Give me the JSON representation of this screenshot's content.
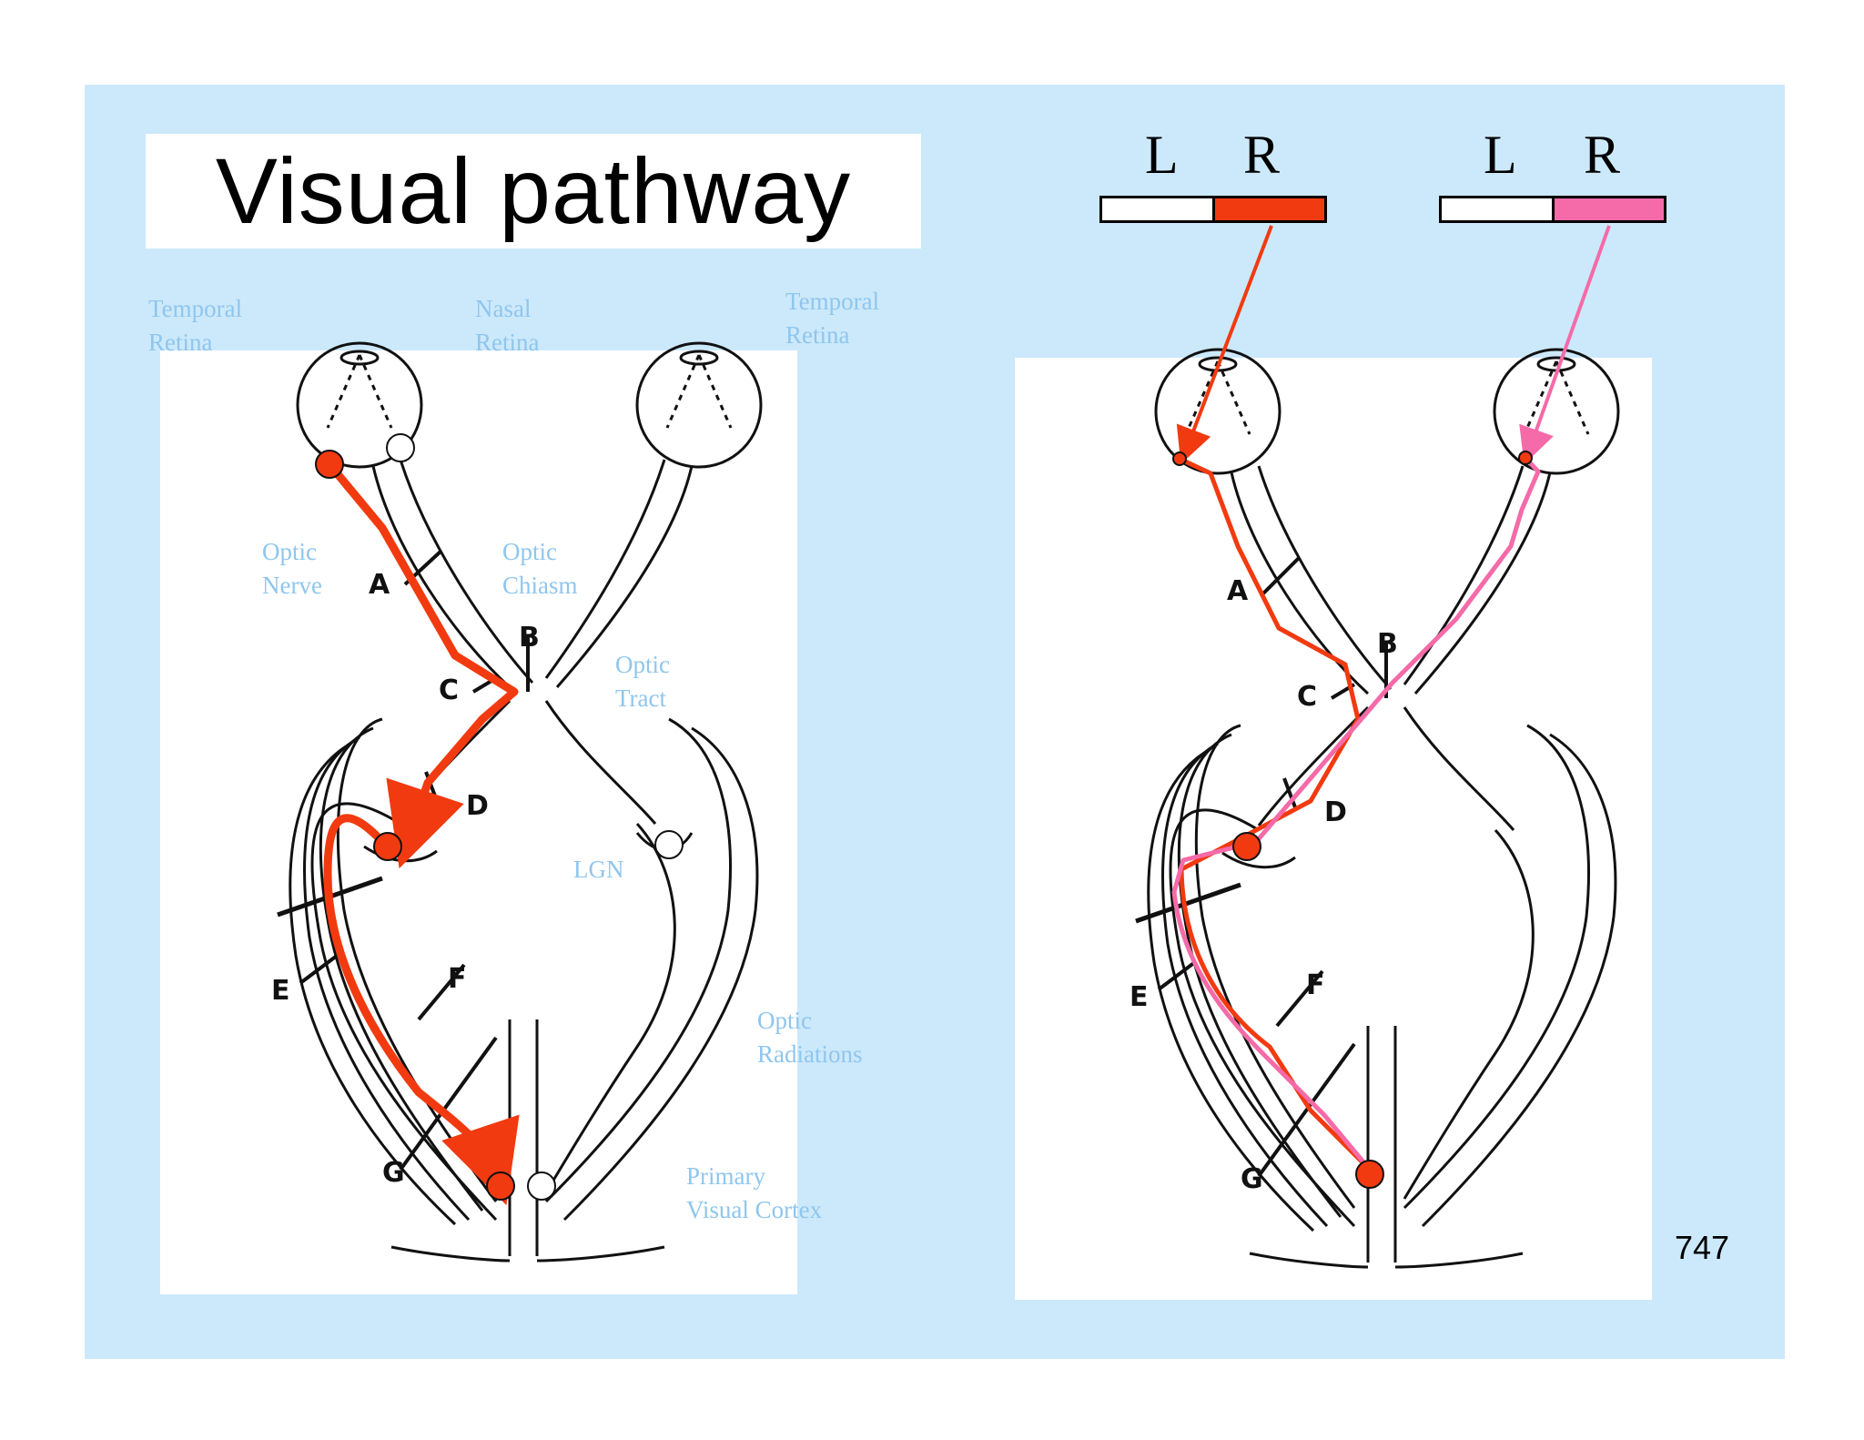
{
  "title": "Visual pathway",
  "slide_number": "747",
  "labels": {
    "temporal_retina_left": "Temporal\nRetina",
    "nasal_retina": "Nasal\nRetina",
    "temporal_retina_right": "Temporal\nRetina",
    "optic_nerve": "Optic\nNerve",
    "optic_chiasm": "Optic\nChiasm",
    "optic_tract": "Optic\nTract",
    "lgn": "LGN",
    "optic_radiations": "Optic\nRadiations",
    "primary_visual_cortex": "Primary\nVisual Cortex"
  },
  "diagram_letters": [
    "A",
    "B",
    "C",
    "D",
    "E",
    "F",
    "G"
  ],
  "visual_fields": [
    {
      "left_label": "L",
      "right_label": "R",
      "highlight_color": "#f23a10"
    },
    {
      "left_label": "L",
      "right_label": "R",
      "highlight_color": "#f56aa8"
    }
  ],
  "colors": {
    "background": "#cce9fb",
    "label": "#8fc6ee",
    "pathway_red": "#f23a10",
    "pathway_pink": "#f56aa8"
  }
}
